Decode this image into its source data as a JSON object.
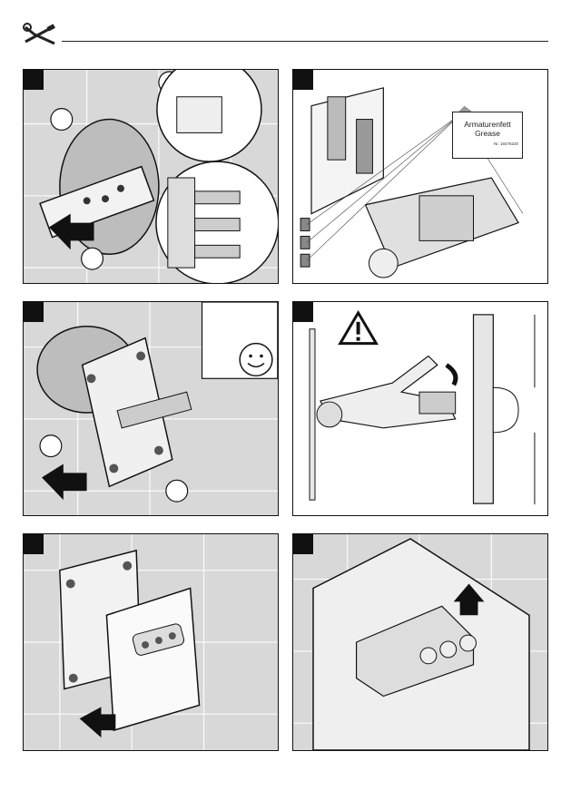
{
  "header": {
    "icon": "wrench-screwdriver-icon"
  },
  "steps": [
    {
      "label": ""
    },
    {
      "label": ""
    },
    {
      "label": ""
    },
    {
      "label": ""
    },
    {
      "label": ""
    },
    {
      "label": ""
    }
  ],
  "grease_label": {
    "line1": "Armaturenfett",
    "line2": "Grease",
    "part_no": "Nr. 18476220"
  },
  "icons": {
    "warning": "warning-triangle-icon",
    "smiley": "smiley-face-icon",
    "arrow": "push-arrow-icon"
  }
}
